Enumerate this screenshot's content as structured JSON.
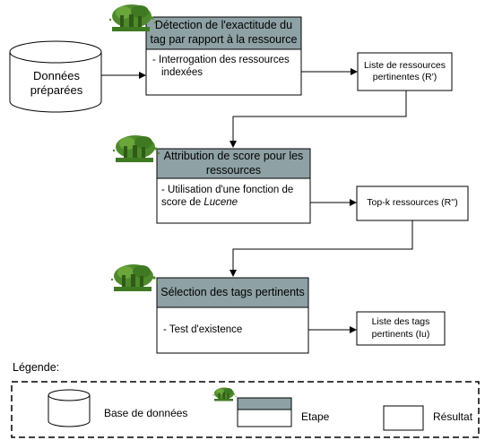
{
  "database": {
    "line1": "Données",
    "line2": "préparées"
  },
  "steps": [
    {
      "title_line1": "Détection de l'exactitude du",
      "title_line2": "tag par rapport à la ressource",
      "body_line1": "- Interrogation des ressources",
      "body_line2": "indexées",
      "result_line1": "Liste de ressources",
      "result_line2": "pertinentes (R')"
    },
    {
      "title_line1": "Attribution de score pour les",
      "title_line2": "ressources",
      "body_line1": "- Utilisation d'une fonction de",
      "body_line2_prefix": "score de ",
      "body_line2_italic": "Lucene",
      "result_line1": "Top-k ressources (R'')"
    },
    {
      "title_line1": "Sélection des tags pertinents",
      "body_line1": "- Test d'existence",
      "result_line1": "Liste des tags",
      "result_line2": "pertinents (Iu)"
    }
  ],
  "legend": {
    "title": "Légende:",
    "database": "Base de données",
    "step": "Etape",
    "result": "Résultat"
  },
  "colors": {
    "step_header": "#8ea1a4",
    "border": "#000000",
    "icon_green": "#4e8a2c",
    "icon_dark": "#2f5a18"
  },
  "icons": [
    "tree-icon"
  ]
}
